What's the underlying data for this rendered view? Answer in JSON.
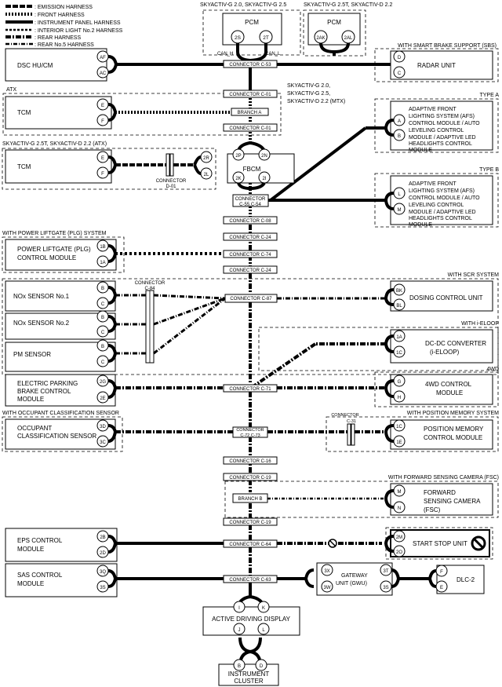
{
  "legend": {
    "emission": ": EMISSION HARNESS",
    "front": ": FRONT HARNESS",
    "instrument": ": INSTRUMENT PANEL HARNESS",
    "interior": ": INTERIOR LIGHT No.2 HARNESS",
    "rear": ": REAR HARNESS",
    "rear5": ": REAR No.5 HARNESS"
  },
  "groups": {
    "sky1": "SKYACTIV-G 2.0, SKYACTIV-G 2.5",
    "sky2": "SKYACTIV-G 2.5T, SKYACTIV-D 2.2",
    "sbs": "WITH SMART BRAKE SUPPORT (SBS)",
    "atx": "ATX",
    "mtx1": "SKYACTIV-G 2.0,",
    "mtx2": "SKYACTIV-G 2.5,",
    "mtx3": "SKYACTIV-D 2.2 (MTX)",
    "typea": "TYPE A",
    "atx25t": "SKYACTIV-G 2.5T, SKYACTIV-D 2.2 (ATX)",
    "typeb": "TYPE B",
    "plg": "WITH POWER LIFTGATE (PLG) SYSTEM",
    "scr": "WITH SCR SYSTEM",
    "ieloop": "WITH i-ELOOP",
    "fwd4": "4WD",
    "occ": "WITH OCCUPANT CLASSIFICATION SENSOR",
    "pms": "WITH POSITION MEMORY SYSTEM",
    "fsc": "WITH FORWARD SENSING CAMERA (FSC)"
  },
  "modules": {
    "pcm": "PCM",
    "dsc": "DSC HU/CM",
    "radar": "RADAR UNIT",
    "tcm": "TCM",
    "afs1": "ADAPTIVE FRONT",
    "afs2": "LIGHTING SYSTEM (AFS)",
    "afs3": "CONTROL MODULE / AUTO",
    "afs4": "LEVELING CONTROL",
    "afs5": "MODULE / ADAPTIVE LED",
    "afs6": "HEADLIGHTS CONTROL",
    "afs7": "MODULE",
    "fbcm": "FBCM",
    "plg1": "POWER LIFTGATE (PLG)",
    "plg2": "CONTROL MODULE",
    "nox1": "NOx SENSOR No.1",
    "nox2": "NOx SENSOR No.2",
    "pm": "PM SENSOR",
    "dosing": "DOSING CONTROL UNIT",
    "dcdc1": "DC-DC CONVERTER",
    "dcdc2": "(i-ELOOP)",
    "epb1": "ELECTRIC PARKING",
    "epb2": "BRAKE CONTROL",
    "epb3": "MODULE",
    "fwd1": "4WD CONTROL",
    "fwd2": "MODULE",
    "occ1": "OCCUPANT",
    "occ2": "CLASSIFICATION SENSOR",
    "pos1": "POSITION MEMORY",
    "pos2": "CONTROL MODULE",
    "fsc1": "FORWARD",
    "fsc2": "SENSING CAMERA",
    "fsc3": "(FSC)",
    "eps1": "EPS CONTROL",
    "eps2": "MODULE",
    "ssu": "START STOP UNIT",
    "sas1": "SAS CONTROL",
    "sas2": "MODULE",
    "gw1": "GATEWAY",
    "gw2": "UNIT (GWU)",
    "dlc": "DLC-2",
    "ads": "ACTIVE DRIVING DISPLAY",
    "ic1": "INSTRUMENT",
    "ic2": "CLUSTER"
  },
  "connectors": {
    "c53": "CONNECTOR C-53",
    "c01": "CONNECTOR C-01",
    "brancha": "BRANCH A",
    "d01a": "CONNECTOR",
    "d01b": "D-01",
    "c55a": "CONNECTOR",
    "c55b": "C-55,C-54",
    "c08": "CONNECTOR C-08",
    "c24": "CONNECTOR C-24",
    "c74": "CONNECTOR C-74",
    "c84a": "CONNECTOR",
    "c84b": "C-84",
    "c87": "CONNECTOR C-87",
    "c71": "CONNECTOR C-71",
    "c72a": "CONNECTOR",
    "c72b": "C-72,C-73",
    "c31a": "CONNECTOR",
    "c31b": "C-31",
    "c16": "CONNECTOR C-16",
    "c19": "CONNECTOR C-19",
    "branchb": "BRANCH B",
    "c64": "CONNECTOR C-64",
    "c63": "CONNECTOR C-63"
  },
  "signals": {
    "canh": "CAN_H",
    "canl": "CAN_L"
  },
  "pins": {
    "p2s": "2S",
    "p2t": "2T",
    "p2ak": "2AK",
    "p2al": "2AL",
    "af": "AF",
    "ac": "AC",
    "d": "D",
    "c": "C",
    "e": "E",
    "f": "F",
    "a": "A",
    "b": "B",
    "l": "L",
    "m": "M",
    "p2p": "2P",
    "p2n": "2N",
    "p2k": "2K",
    "p2i": "2I",
    "p2r": "2R",
    "p2l": "2L",
    "p1b": "1B",
    "p1a": "1A",
    "bk": "BK",
    "bl": "BL",
    "p2g": "2G",
    "p2e": "2E",
    "g": "G",
    "h": "H",
    "p3d": "3D",
    "p3c": "3C",
    "p1c": "1C",
    "p1e": "1E",
    "n": "N",
    "p2b": "2B",
    "p2d": "2D",
    "p2m": "2M",
    "p2o": "2O",
    "p3q": "3Q",
    "p3s": "3S",
    "p3x": "3X",
    "p3w": "3W",
    "p3t": "3T",
    "i": "I",
    "k": "K",
    "j": "J"
  }
}
